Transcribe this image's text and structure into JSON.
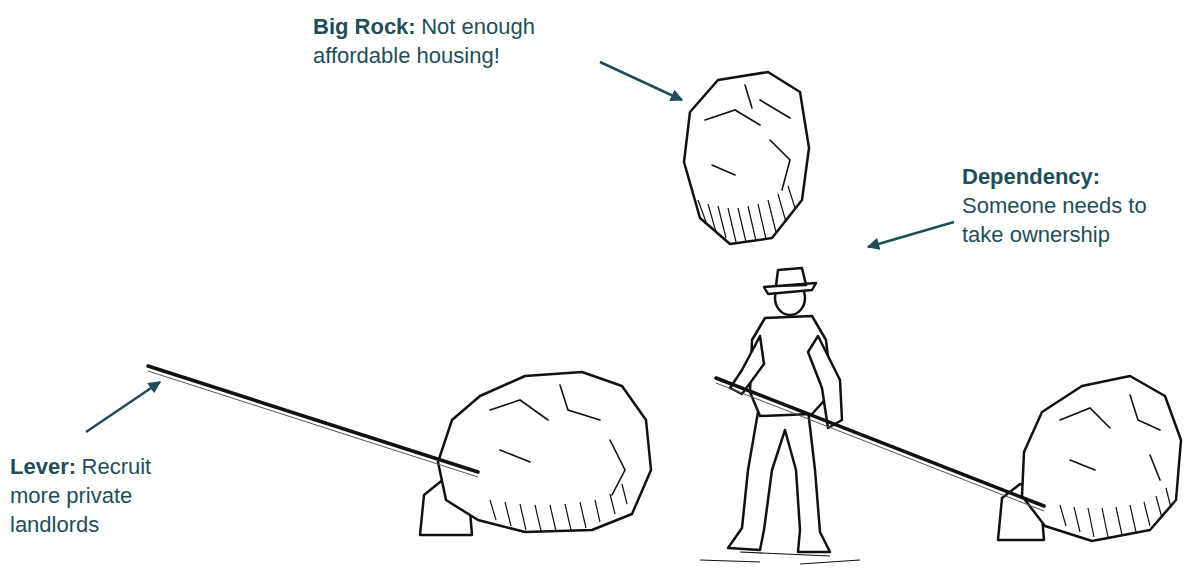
{
  "diagram": {
    "labels": [
      "Big Rock:",
      "Not enough affordable housing!",
      "Dependency:",
      "Someone needs to take ownership",
      "Lever:",
      "Recruit more private landlords"
    ]
  }
}
